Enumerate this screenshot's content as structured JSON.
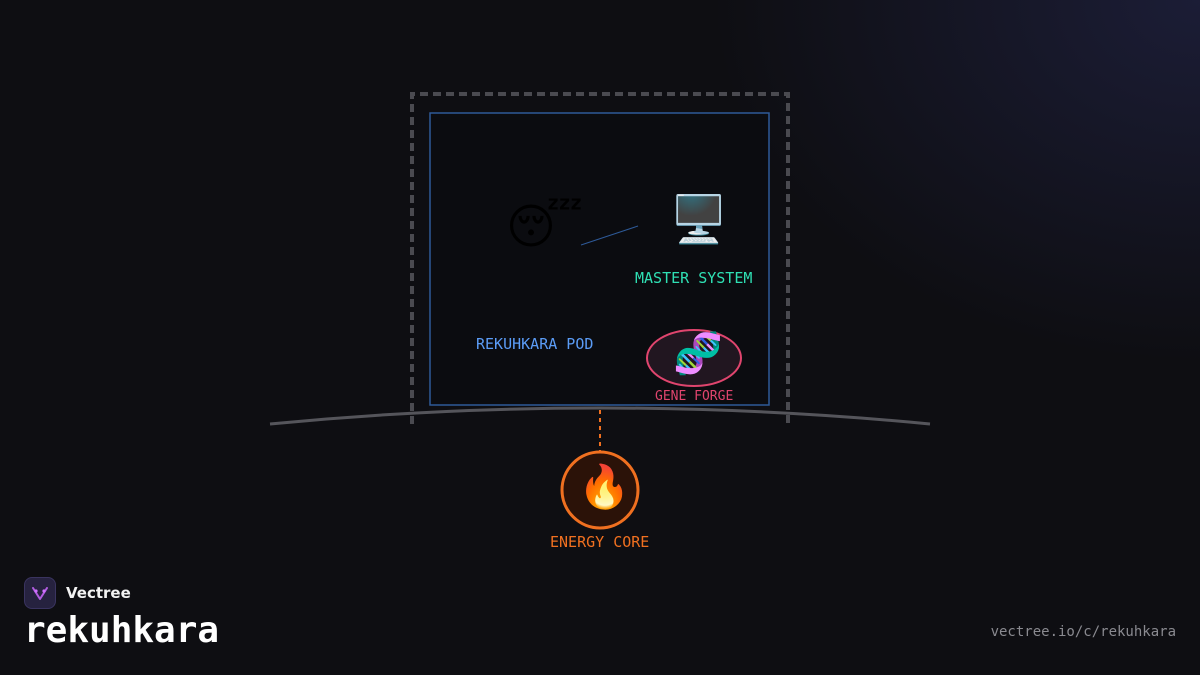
{
  "diagram": {
    "nodes": {
      "pod": {
        "label": "REKUHKARA POD",
        "icon": "sleeping-face-icon",
        "glyph": "😴",
        "color": "#5b9cf6"
      },
      "master": {
        "label": "MASTER SYSTEM",
        "icon": "desktop-computer-icon",
        "glyph": "🖥️",
        "color": "#2fe0b4"
      },
      "forge": {
        "label": "GENE FORGE",
        "icon": "dna-icon",
        "glyph": "🧬",
        "color": "#e0456e"
      },
      "core": {
        "label": "ENERGY CORE",
        "icon": "fire-icon",
        "glyph": "🔥",
        "color": "#f07020"
      }
    },
    "colors": {
      "outer_frame": "#4a4a50",
      "inner_frame": "#2e5a98",
      "ground": "#55555b",
      "connector": "#f07020"
    }
  },
  "brand": {
    "name": "Vectree",
    "channel": "rekuhkara",
    "url": "vectree.io/c/rekuhkara",
    "logo_icon": "vectree-logo-icon"
  }
}
